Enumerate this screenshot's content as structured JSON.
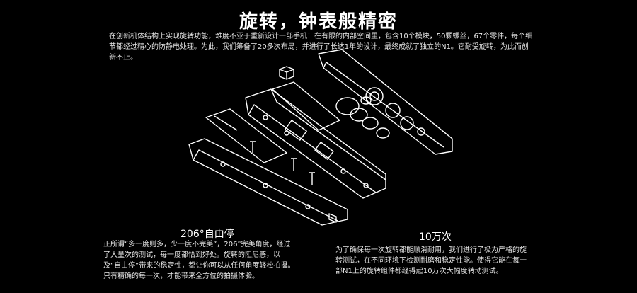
{
  "header": {
    "title": "旋转，钟表般精密",
    "intro": "在创新机体结构上实现旋转功能，难度不亚于重新设计一部手机！在有限的内部空间里，包含10个模块，50颗螺丝，67个零件，每个细节都经过精心的防静电处理。为此，我们筹备了20多次布局，并进行了长达1年的设计，最终成就了独立的N1。它耐受旋转，为此而创新不止。"
  },
  "illustration": {
    "icon": "exploded-rotating-camera-module-illustration"
  },
  "features": [
    {
      "title": "206°自由停",
      "body": "正所谓“多一度则多，少一度不完美”，206°完美角度，经过了大量次的测试，每一度都恰到好处。旋转的阻尼感，以及“自由停”带来的稳定性，都让你可以从任何角度轻松拍摄。只有精确的每一次，才能带来全方位的拍摄体验。"
    },
    {
      "title": "10万次",
      "body": "为了确保每一次旋转都能顺滑耐用，我们进行了极为严格的旋转测试，在不同环境下检测耐磨和稳定性能。使得它能在每一部N1上的旋转组件都经得起10万次大幅度转动测试。"
    }
  ]
}
